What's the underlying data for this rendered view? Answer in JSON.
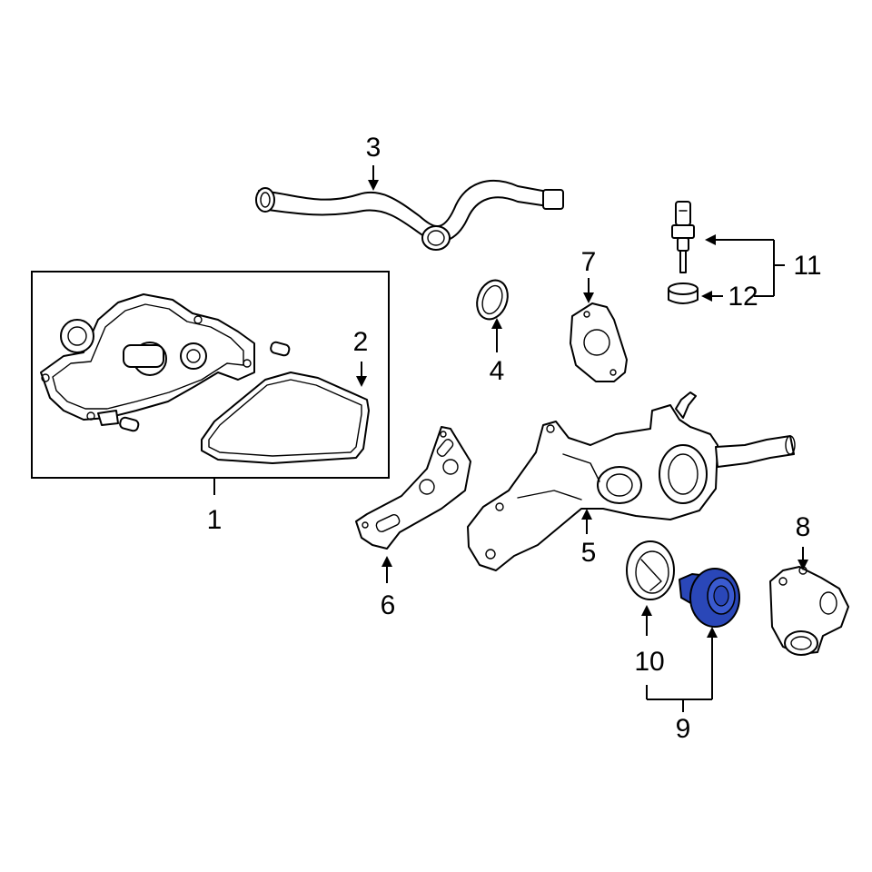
{
  "callouts": {
    "c1": "1",
    "c2": "2",
    "c3": "3",
    "c4": "4",
    "c5": "5",
    "c6": "6",
    "c7": "7",
    "c8": "8",
    "c9": "9",
    "c10": "10",
    "c11": "11",
    "c12": "12"
  },
  "colors": {
    "background": "#ffffff",
    "linework": "#000000",
    "highlight_part": "#2a47b8"
  },
  "highlighted_callout": "9"
}
